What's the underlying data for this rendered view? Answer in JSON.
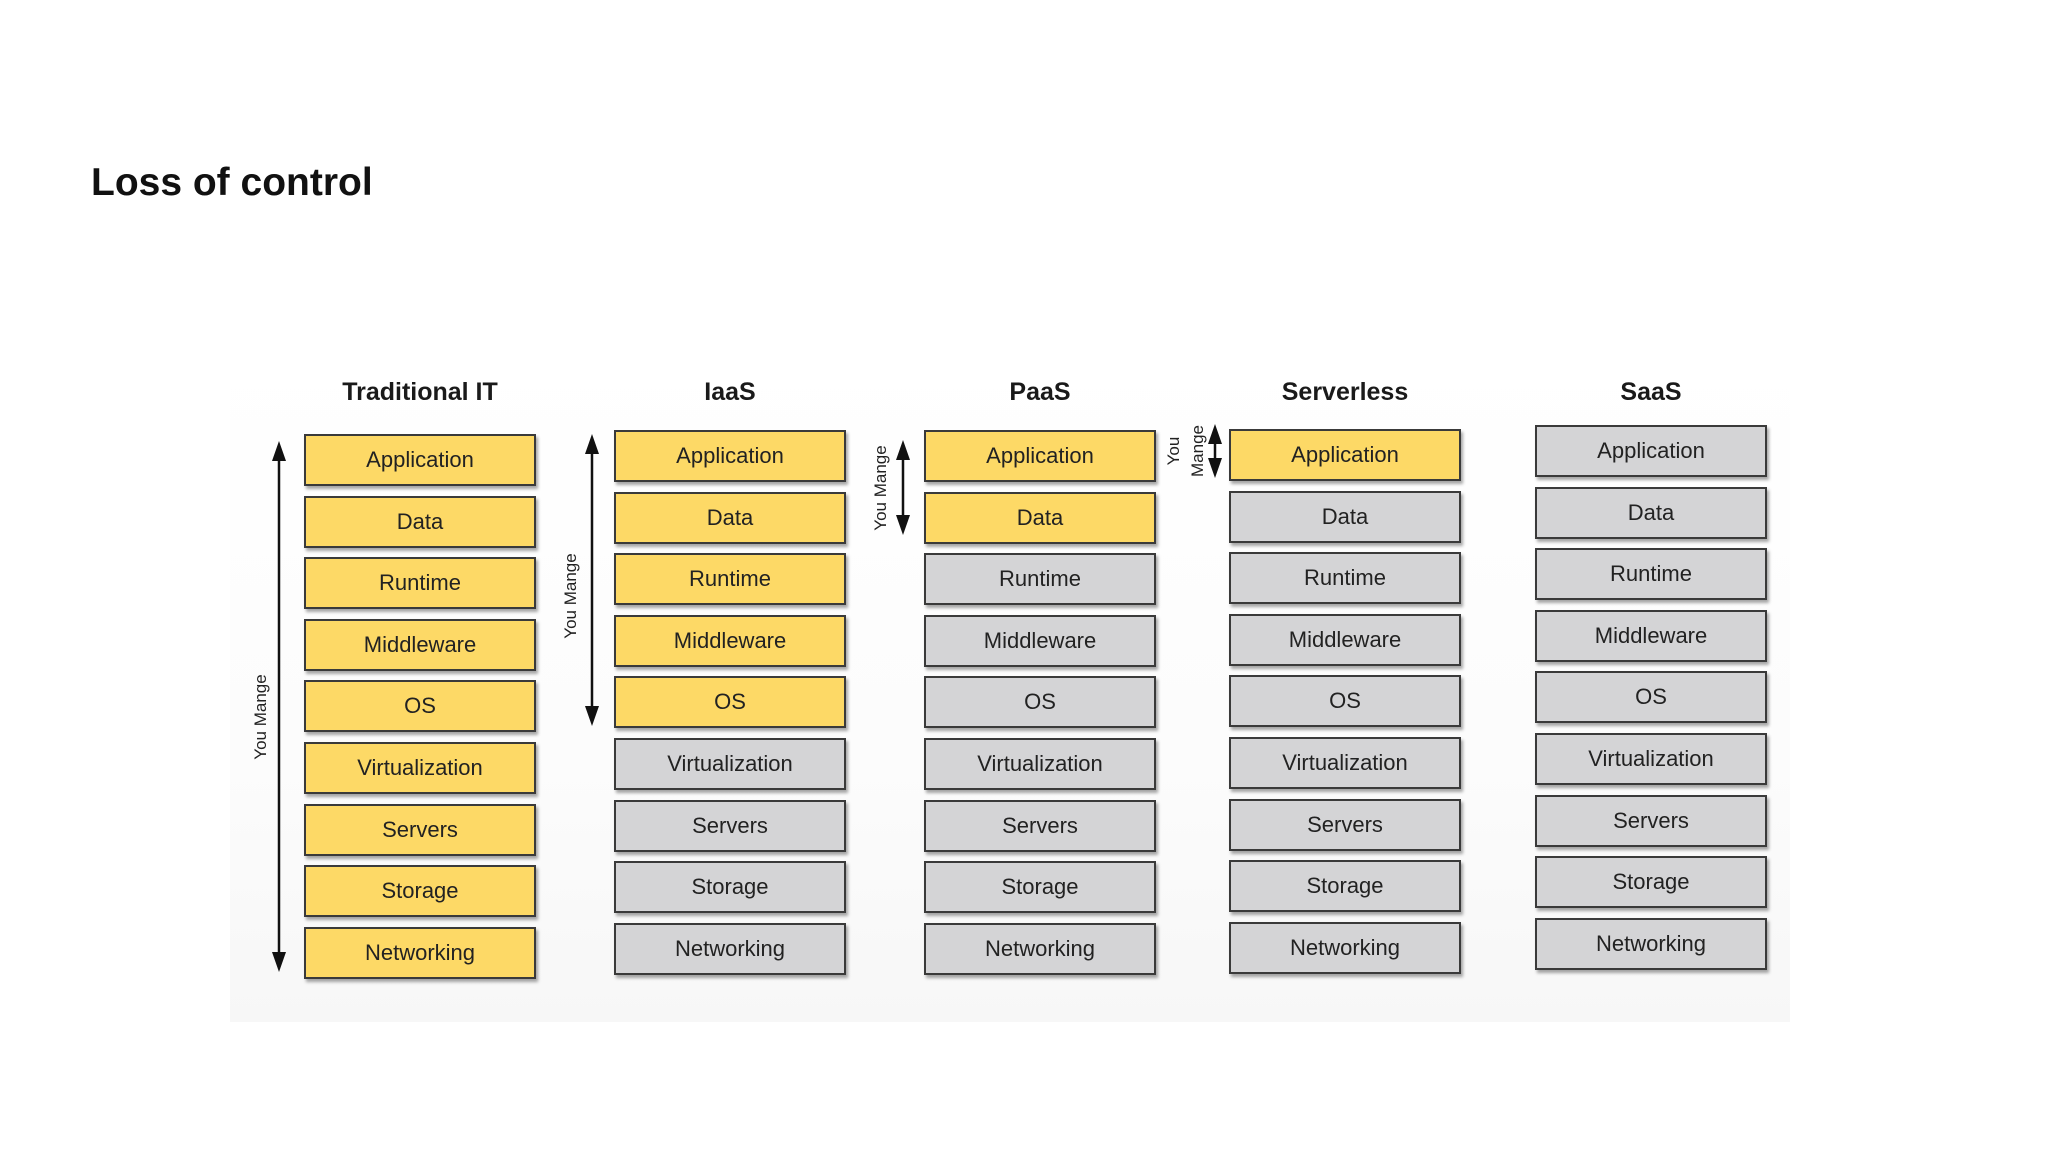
{
  "slide": {
    "title": "Loss of control"
  },
  "colors": {
    "managed": "#fdd966",
    "provided": "#d4d4d6",
    "border": "#3a3a3a"
  },
  "indicators": {
    "you_manage": "You Mange",
    "you": "You",
    "mange": "Mange"
  },
  "columns": [
    {
      "heading": "Traditional IT",
      "layers": [
        {
          "label": "Application",
          "managed": true
        },
        {
          "label": "Data",
          "managed": true
        },
        {
          "label": "Runtime",
          "managed": true
        },
        {
          "label": "Middleware",
          "managed": true
        },
        {
          "label": "OS",
          "managed": true
        },
        {
          "label": "Virtualization",
          "managed": true
        },
        {
          "label": "Servers",
          "managed": true
        },
        {
          "label": "Storage",
          "managed": true
        },
        {
          "label": "Networking",
          "managed": true
        }
      ]
    },
    {
      "heading": "IaaS",
      "layers": [
        {
          "label": "Application",
          "managed": true
        },
        {
          "label": "Data",
          "managed": true
        },
        {
          "label": "Runtime",
          "managed": true
        },
        {
          "label": "Middleware",
          "managed": true
        },
        {
          "label": "OS",
          "managed": true
        },
        {
          "label": "Virtualization",
          "managed": false
        },
        {
          "label": "Servers",
          "managed": false
        },
        {
          "label": "Storage",
          "managed": false
        },
        {
          "label": "Networking",
          "managed": false
        }
      ]
    },
    {
      "heading": "PaaS",
      "layers": [
        {
          "label": "Application",
          "managed": true
        },
        {
          "label": "Data",
          "managed": true
        },
        {
          "label": "Runtime",
          "managed": false
        },
        {
          "label": "Middleware",
          "managed": false
        },
        {
          "label": "OS",
          "managed": false
        },
        {
          "label": "Virtualization",
          "managed": false
        },
        {
          "label": "Servers",
          "managed": false
        },
        {
          "label": "Storage",
          "managed": false
        },
        {
          "label": "Networking",
          "managed": false
        }
      ]
    },
    {
      "heading": "Serverless",
      "layers": [
        {
          "label": "Application",
          "managed": true
        },
        {
          "label": "Data",
          "managed": false
        },
        {
          "label": "Runtime",
          "managed": false
        },
        {
          "label": "Middleware",
          "managed": false
        },
        {
          "label": "OS",
          "managed": false
        },
        {
          "label": "Virtualization",
          "managed": false
        },
        {
          "label": "Servers",
          "managed": false
        },
        {
          "label": "Storage",
          "managed": false
        },
        {
          "label": "Networking",
          "managed": false
        }
      ]
    },
    {
      "heading": "SaaS",
      "layers": [
        {
          "label": "Application",
          "managed": false
        },
        {
          "label": "Data",
          "managed": false
        },
        {
          "label": "Runtime",
          "managed": false
        },
        {
          "label": "Middleware",
          "managed": false
        },
        {
          "label": "OS",
          "managed": false
        },
        {
          "label": "Virtualization",
          "managed": false
        },
        {
          "label": "Servers",
          "managed": false
        },
        {
          "label": "Storage",
          "managed": false
        },
        {
          "label": "Networking",
          "managed": false
        }
      ]
    }
  ]
}
